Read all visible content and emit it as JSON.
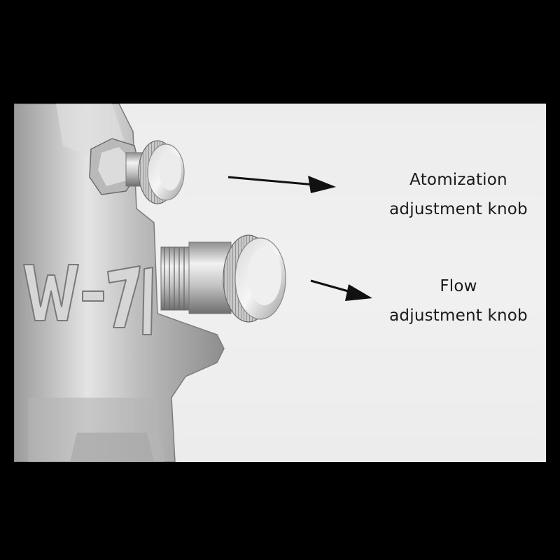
{
  "image": {
    "description_colors": {
      "background": "#000000",
      "panel": "#efefef",
      "metal": "#c8c8c8",
      "text": "#1a1a1a"
    },
    "gun_marking": "W-71",
    "labels": {
      "atomization": {
        "line1": "Atomization",
        "line2": "adjustment knob"
      },
      "flow": {
        "line1": "Flow",
        "line2": "adjustment knob"
      }
    }
  }
}
